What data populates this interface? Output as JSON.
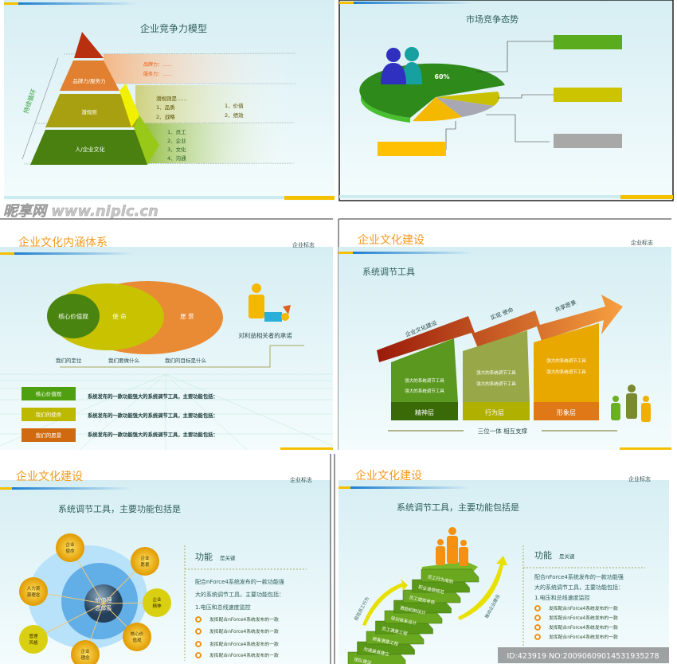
{
  "slide1": {
    "title": "企业竞争力模型",
    "side_label": "持续循环",
    "levels": [
      "品牌力/服务力",
      "潜规则",
      "人/企业文化"
    ],
    "band1": [
      "品牌力：……",
      "服务力：……"
    ],
    "band2": {
      "head": "潜规则是……",
      "left": [
        "1、品质",
        "2、战略"
      ],
      "right": [
        "1、价值",
        "2、绩效"
      ]
    },
    "band3": [
      "1、员工",
      "2、企业",
      "3、文化",
      "4、沟通"
    ]
  },
  "slide2": {
    "title": "市场竞争态势",
    "pie_label": "60%",
    "colors": {
      "green": "#3a8f1f",
      "yellow": "#c8c000",
      "gray": "#a8a8b0",
      "orange": "#f5b800"
    }
  },
  "slide3": {
    "title": "企业文化内涵体系",
    "logo": "企业标志",
    "circles": [
      "核心价值观",
      "使 命",
      "愿 景"
    ],
    "captions": [
      "我们的定位",
      "我们要做什么",
      "我们的目标是什么"
    ],
    "commitment": "对利益相关者的承诺",
    "rows": [
      {
        "tag": "核心价值观",
        "text": "系统发布的一款功能强大的系统调节工具，主要功能包括："
      },
      {
        "tag": "我们的使命",
        "text": "系统发布的一款功能强大的系统调节工具，主要功能包括："
      },
      {
        "tag": "我们的愿景",
        "text": "系统发布的一款功能强大的系统调节工具，主要功能包括："
      }
    ]
  },
  "slide4": {
    "title": "企业文化建设",
    "logo": "企业标志",
    "subtitle": "系统调节工具",
    "arrow_labels": [
      "企业文化建设",
      "实现 使命",
      "共享愿景"
    ],
    "columns": [
      {
        "name": "精神层",
        "lines": [
          "强大的系统调节工具",
          "强大的系统调节工具"
        ]
      },
      {
        "name": "行为层",
        "lines": [
          "强大的系统调节工具",
          "强大的系统调节工具"
        ]
      },
      {
        "name": "形象层",
        "lines": [
          "强大的系统调节工具",
          "强大的系统调节工具"
        ]
      }
    ],
    "footer": "三位一体  相互支撑"
  },
  "slide5": {
    "title": "企业文化建设",
    "logo": "企业标志",
    "subtitle": "系统调节工具，主要功能包括是",
    "center": [
      "价值理",
      "念体系"
    ],
    "satellites": [
      [
        "企业",
        "使命"
      ],
      [
        "企业",
        "愿景"
      ],
      [
        "人力资",
        "源理念"
      ],
      [
        "企业",
        "精神"
      ],
      [
        "管理",
        "风格"
      ],
      [
        "核心价",
        "值观"
      ],
      [
        "企业",
        "理念"
      ]
    ],
    "func_title": "功能",
    "func_sub": "是关键",
    "para": [
      "配合nForce4系统发布的一款功能强",
      "大的系统调节工具，主要功能包括：",
      "1.电压和总线速度监控"
    ],
    "bullets": [
      "发挥配合nForce4系统发布的一款",
      "发挥配合nForce4系统发布的一款",
      "发挥配合nForce4系统发布的一款",
      "发挥配合nForce4系统发布的一款"
    ]
  },
  "slide6": {
    "title": "企业文化建设",
    "logo": "企业标志",
    "subtitle": "系统调节工具，主要功能包括是",
    "steps": [
      "员工行为准则",
      "职业道德规范",
      "员工绩效考核",
      "激励机制设计",
      "培训体系设计",
      "员工满意工程",
      "顾客满意工程",
      "沟通渠道建立",
      "团队建设"
    ],
    "arrows": [
      "规范员工行为",
      "推动企业建设"
    ],
    "func_title": "功能",
    "func_sub": "是关键",
    "para": [
      "配合nForce4系统发布的一款功能强",
      "大的系统调节工具，主要功能包括：",
      "1.电压和总线速度监控"
    ],
    "bullets": [
      "发挥配合nForce4系统发布的一款",
      "发挥配合nForce4系统发布的一款",
      "发挥配合nForce4系统发布的一款",
      "发挥配合nForce4系统发布的一款"
    ]
  },
  "watermark": {
    "site": "昵享网 www.nipic.cn",
    "id": "ID:4239​19 NO:20090609014531935278"
  }
}
